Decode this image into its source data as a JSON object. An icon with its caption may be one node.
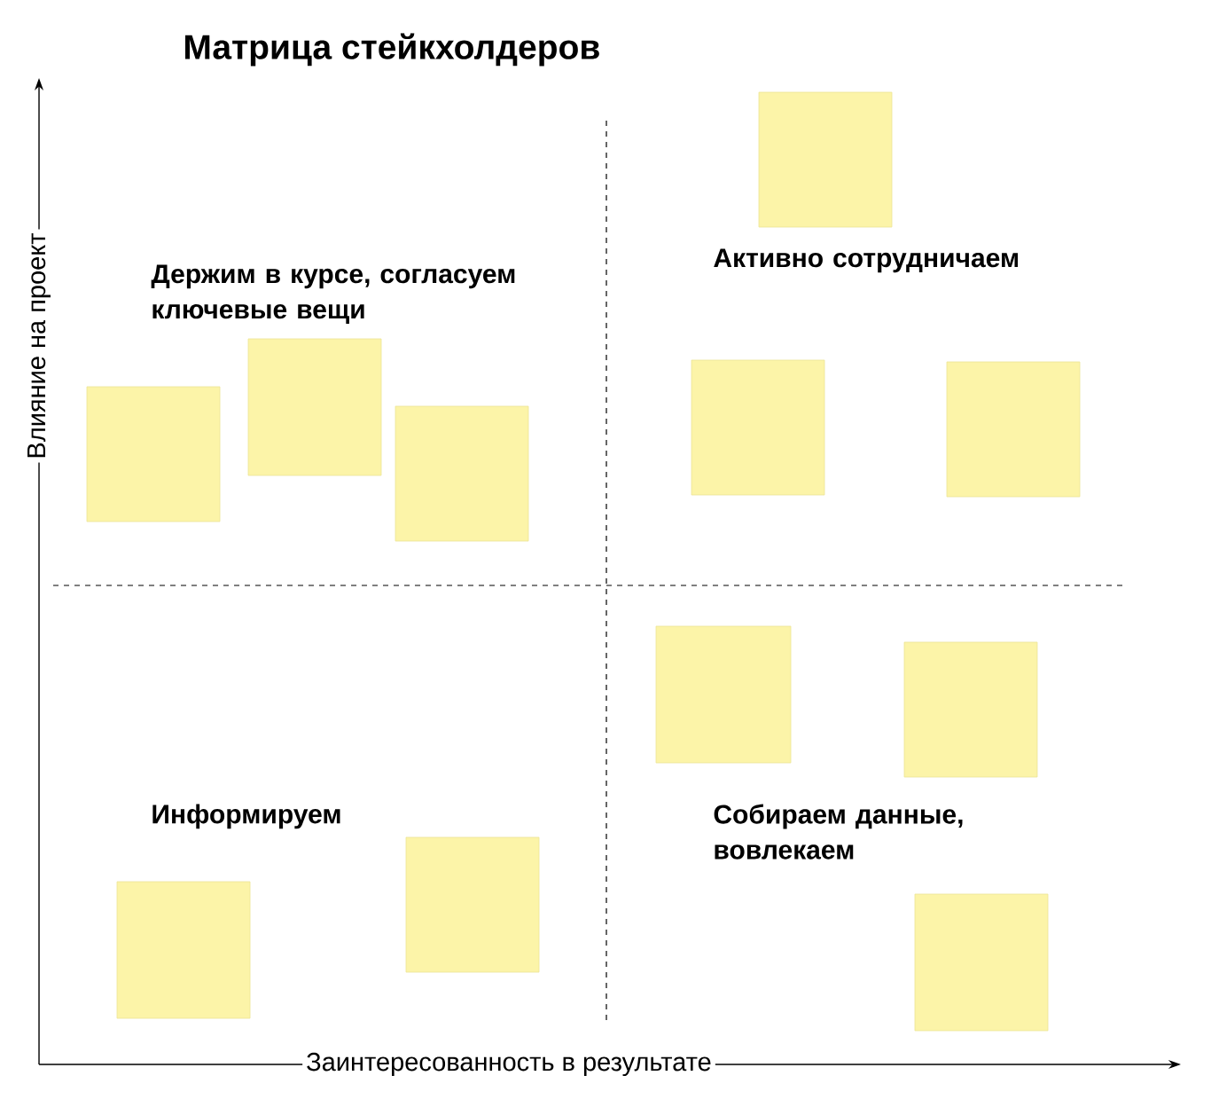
{
  "diagram": {
    "title": "Матрица стейкхолдеров",
    "nodes": [
      {
        "text": [],
        "shape": "box"
      },
      {
        "text": [],
        "shape": "box"
      },
      {
        "text": [],
        "shape": "box"
      },
      {
        "text": [],
        "shape": "box"
      },
      {
        "text": [],
        "shape": "box"
      },
      {
        "text": [],
        "shape": "box"
      },
      {
        "text": [],
        "shape": "box"
      },
      {
        "text": [],
        "shape": "box"
      },
      {
        "text": [],
        "shape": "box"
      },
      {
        "text": [],
        "shape": "box"
      },
      {
        "text": [],
        "shape": "box"
      }
    ],
    "labels": [
      "Влияние на проект",
      "Держим в курсе, согласуем ключевые вещи",
      "Активно сотрудничаем",
      "Информируем",
      "Собираем данные, вовлекаем",
      "Заинтересованность в результате"
    ]
  }
}
